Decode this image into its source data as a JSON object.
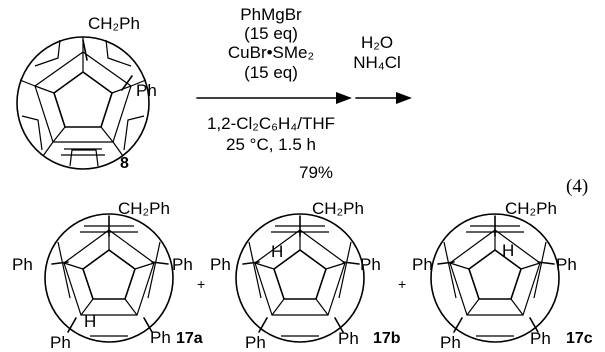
{
  "reactant": {
    "label": "8",
    "top_substituent": "CH₂Ph",
    "side_substituent": "Ph"
  },
  "conditions": {
    "reagent_line1": "PhMgBr",
    "reagent_line2": "(15 eq)",
    "reagent_line3": "CuBr•SMe₂",
    "reagent_line4": "(15 eq)",
    "solvent": "1,2-Cl₂C₆H₄/THF",
    "temp_time": "25 °C, 1.5 h",
    "yield": "79%",
    "workup_line1": "H₂O",
    "workup_line2": "NH₄Cl"
  },
  "equation_number": "(4)",
  "plus": "+",
  "products": [
    {
      "label": "17a",
      "top_substituent": "CH₂Ph",
      "ph_left": "Ph",
      "ph_right": "Ph",
      "ph_bottom_left": "Ph",
      "ph_bottom_right": "Ph",
      "h_label": "H"
    },
    {
      "label": "17b",
      "top_substituent": "CH₂Ph",
      "ph_left": "Ph",
      "ph_right": "Ph",
      "ph_bottom_left": "Ph",
      "ph_bottom_right": "Ph",
      "h_label": "H"
    },
    {
      "label": "17c",
      "top_substituent": "CH₂Ph",
      "ph_left": "Ph",
      "ph_right": "Ph",
      "ph_bottom_left": "Ph",
      "ph_bottom_right": "Ph",
      "h_label": "H"
    }
  ]
}
